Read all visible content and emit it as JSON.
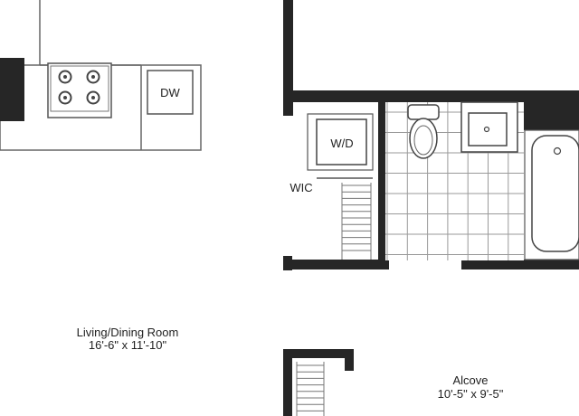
{
  "rooms": {
    "living": {
      "name": "Living/Dining Room",
      "dims": "16'-6\" x 11'-10\""
    },
    "alcove": {
      "name": "Alcove",
      "dims": "10'-5\" x 9'-5\""
    }
  },
  "fixtures": {
    "dishwasher": "DW",
    "washer_dryer": "W/D",
    "closet": "WIC"
  },
  "colors": {
    "wall": "#262626",
    "line": "#555555",
    "tile": "#9a9a9a"
  }
}
